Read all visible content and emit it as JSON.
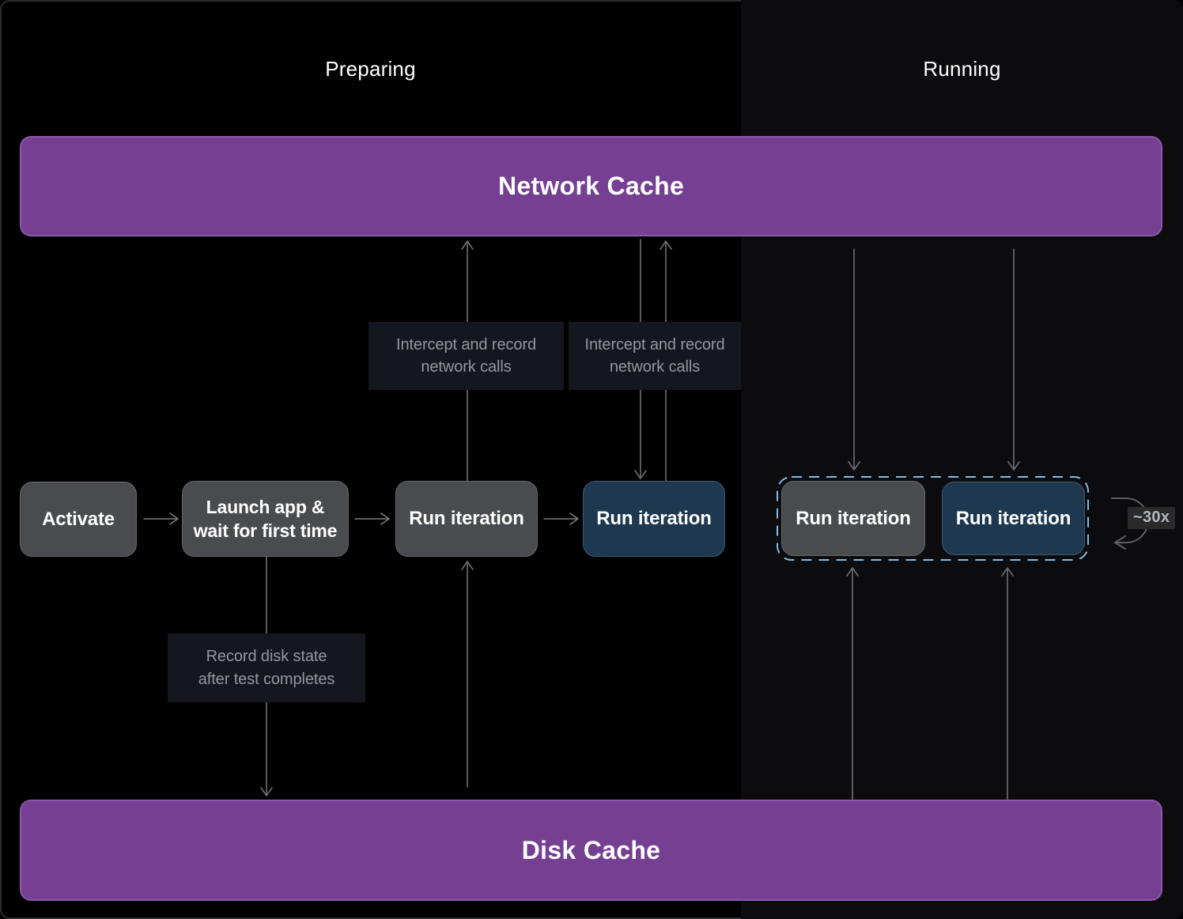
{
  "diagram": {
    "sections": {
      "preparing": "Preparing",
      "running": "Running"
    },
    "network_cache": {
      "label": "Network Cache"
    },
    "disk_cache": {
      "label": "Disk Cache"
    },
    "nodes": {
      "activate": {
        "label": "Activate"
      },
      "launch_app": {
        "line1": "Launch app &",
        "line2": "wait for first time"
      },
      "run_prep_1": {
        "label": "Run iteration"
      },
      "run_prep_2": {
        "label": "Run iteration"
      },
      "run_running_1": {
        "label": "Run iteration"
      },
      "run_running_2": {
        "label": "Run iteration"
      }
    },
    "annotations": {
      "intercept_1": {
        "line1": "Intercept and record",
        "line2": "network calls"
      },
      "intercept_2": {
        "line1": "Intercept and record",
        "line2": "network calls"
      },
      "record_disk": {
        "line1": "Record disk state",
        "line2": "after test completes"
      },
      "loop_count": {
        "label": "~30x"
      }
    },
    "colors": {
      "cache_bar_purple": "#753f92",
      "node_gray": "#4a4b4e",
      "node_blue": "#1d384f",
      "dashed_outline_blue": "#84bae7",
      "arrow_gray": "#6e6e6e",
      "annotation_bg": "#14171d",
      "annotation_text": "#94979d",
      "background_left": "#010101",
      "background_right": "#0c0c0e"
    }
  }
}
